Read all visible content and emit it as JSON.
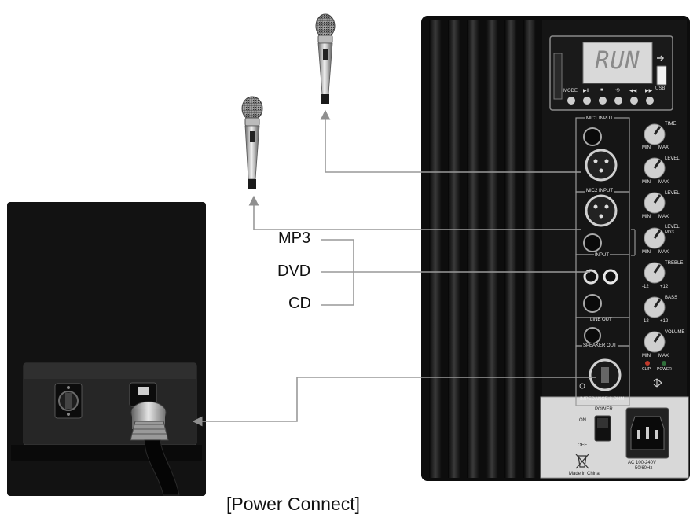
{
  "sources": {
    "mp3": "MP3",
    "dvd": "DVD",
    "cd": "CD"
  },
  "caption": "[Power Connect]",
  "display": {
    "text": "RUN",
    "usb": "USB"
  },
  "transport": {
    "mode": "MODE",
    "play": "▶‖",
    "stop": "■",
    "repeat": "⟲",
    "prev": "◀◀",
    "next": "▶▶"
  },
  "sections": {
    "mic1": "MIC1 INPUT",
    "mic2": "MIC2 INPUT",
    "input": "INPUT",
    "line_out": "LINE OUT",
    "speaker_out": "SPEAKER OUT",
    "impedance": "IMPEDANCE:8 OHM"
  },
  "knobs": [
    {
      "name": "TIME",
      "left": "MIN",
      "right": "MAX"
    },
    {
      "name": "LEVEL",
      "left": "MIN",
      "right": "MAX"
    },
    {
      "name": "LEVEL",
      "left": "MIN",
      "right": "MAX"
    },
    {
      "name": "LEVEL Mp3",
      "left": "MIN",
      "right": "MAX"
    },
    {
      "name": "TREBLE",
      "left": "-12",
      "right": "+12"
    },
    {
      "name": "BASS",
      "left": "-12",
      "right": "+12"
    },
    {
      "name": "VOLUME",
      "left": "MIN",
      "right": "MAX"
    }
  ],
  "indicators": {
    "clip": "CLIP",
    "power": "POWER"
  },
  "power": {
    "title": "POWER",
    "on": "ON",
    "off": "OFF",
    "ac": "AC 100-240V",
    "hz": "50/60Hz"
  },
  "made_in": "Made in China",
  "colors": {
    "panel": "#111111",
    "arrow": "#999999",
    "clip_led": "#c0392b",
    "power_led": "#2f6e3a"
  }
}
